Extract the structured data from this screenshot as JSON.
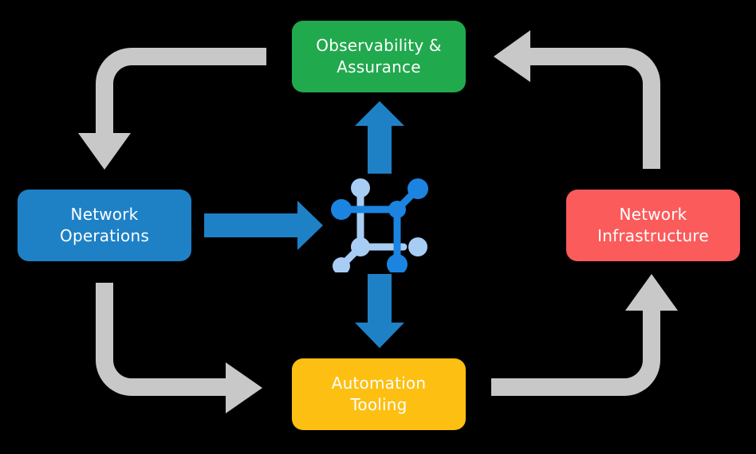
{
  "diagram": {
    "title": "Network automation lifecycle cycle diagram",
    "background_color": "#000000",
    "center_icon": {
      "name": "network-mesh-icon",
      "node_color_dark": "#1B84E0",
      "node_color_light": "#A8CDF5"
    },
    "boxes": [
      {
        "id": "observability",
        "label": "Observability &\nAssurance",
        "color": "#21A94D",
        "position": "top-center"
      },
      {
        "id": "operations",
        "label": "Network\nOperations",
        "color": "#1E81C6",
        "position": "left"
      },
      {
        "id": "infrastructure",
        "label": "Network\nInfrastructure",
        "color": "#FB5B5B",
        "position": "right"
      },
      {
        "id": "automation",
        "label": "Automation\nTooling",
        "color": "#FDBF11",
        "position": "bottom-center"
      }
    ],
    "arrows": {
      "accent_blue": "#1E81C6",
      "neutral_gray": "#C8C8C8",
      "blue_connectors": [
        {
          "id": "ops-to-center",
          "direction": "right",
          "from": "operations",
          "to": "center-icon"
        },
        {
          "id": "center-to-observability",
          "direction": "up",
          "from": "center-icon",
          "to": "observability"
        },
        {
          "id": "center-to-automation",
          "direction": "down",
          "from": "center-icon",
          "to": "automation"
        }
      ],
      "gray_connectors": [
        {
          "id": "observability-to-operations",
          "direction": "down",
          "from": "observability",
          "to": "operations"
        },
        {
          "id": "operations-to-automation",
          "direction": "right",
          "from": "operations",
          "to": "automation"
        },
        {
          "id": "automation-to-infrastructure",
          "direction": "up",
          "from": "automation",
          "to": "infrastructure"
        },
        {
          "id": "infrastructure-to-observability",
          "direction": "left",
          "from": "infrastructure",
          "to": "observability"
        }
      ]
    }
  }
}
